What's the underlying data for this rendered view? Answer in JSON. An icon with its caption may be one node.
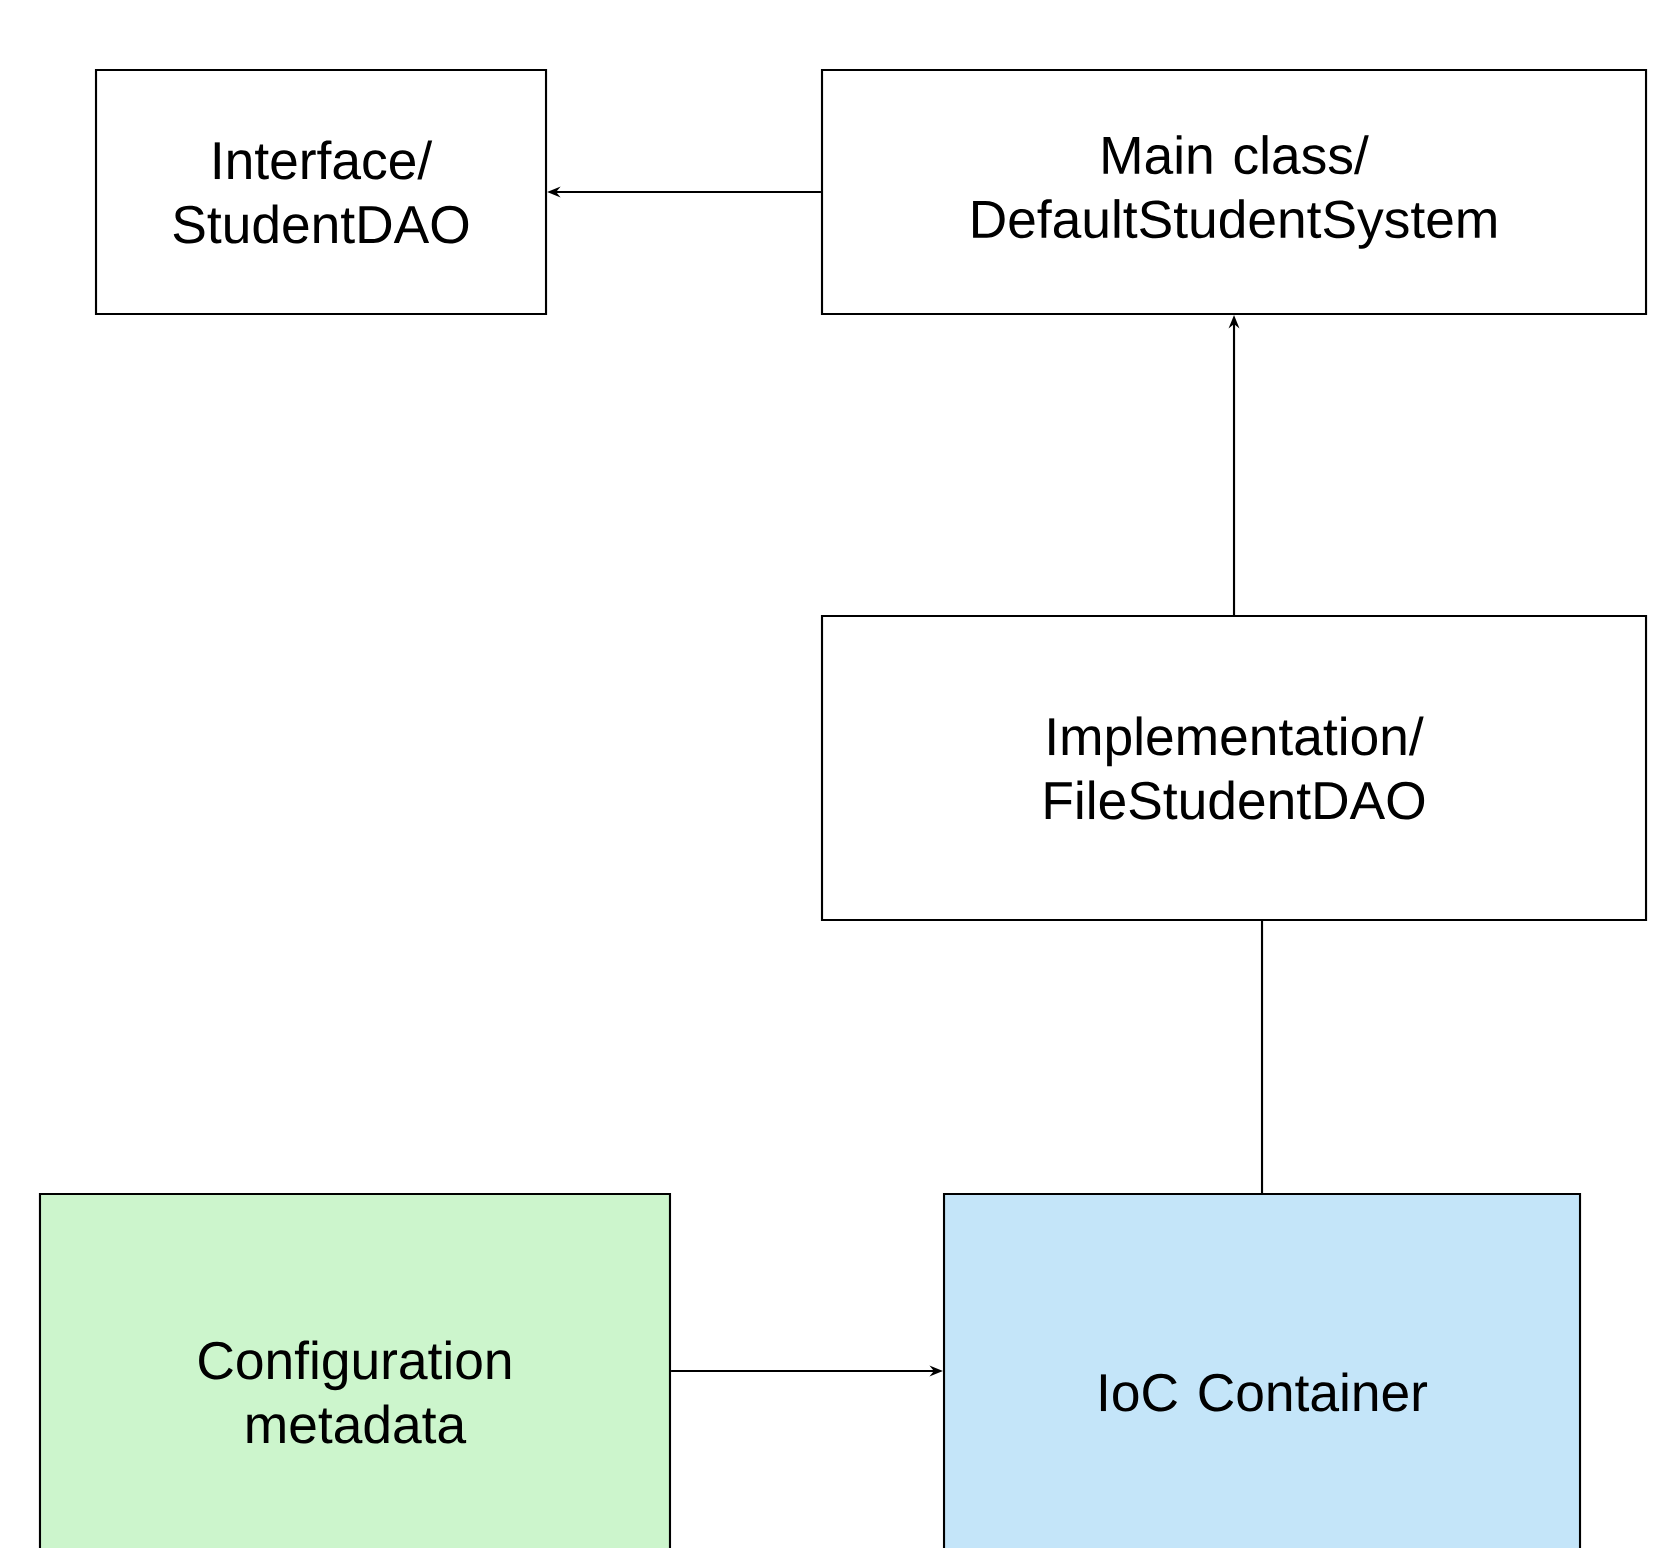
{
  "diagram": {
    "nodes": [
      {
        "text": [
          "Interface/ StudentDAO"
        ]
      },
      {
        "text": [
          "Main class/ DefaultStudentSystem"
        ]
      },
      {
        "text": [
          "Implementation/ FileStudentDAO"
        ]
      },
      {
        "text": [
          "Configuration metadata"
        ]
      },
      {
        "text": [
          "IoC Container"
        ]
      }
    ],
    "edges": [
      {
        "from": 1,
        "to": 0,
        "arrow": "to"
      },
      {
        "from": 2,
        "to": 1,
        "arrow": "to"
      },
      {
        "from": 2,
        "to": 4,
        "arrow": "none"
      },
      {
        "from": 3,
        "to": 4,
        "arrow": "to"
      }
    ]
  }
}
